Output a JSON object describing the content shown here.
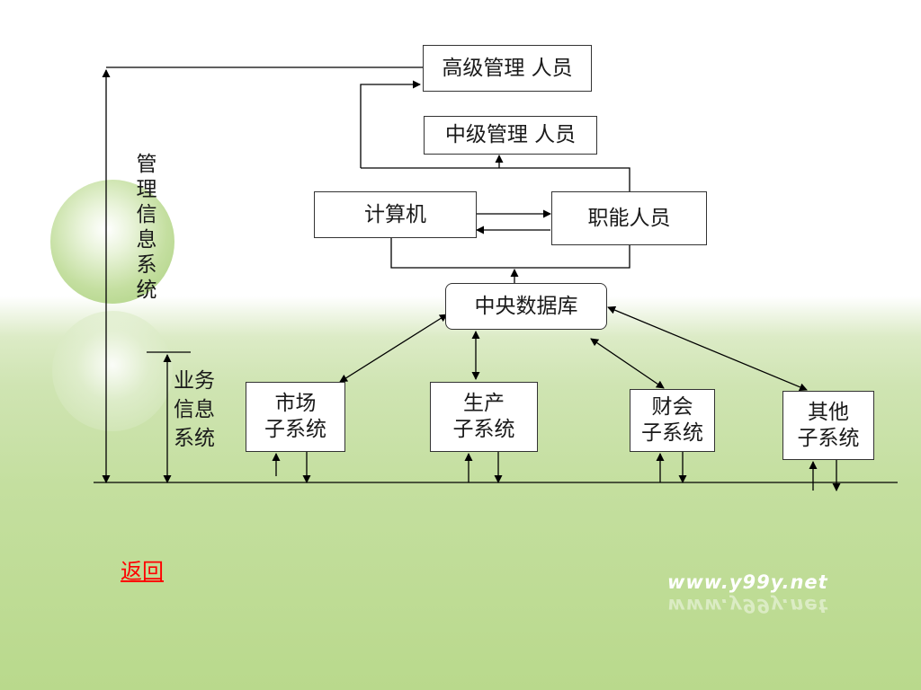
{
  "nodes": {
    "senior_management": "高级管理 人员",
    "middle_management": "中级管理 人员",
    "computer": "计算机",
    "functional_staff": "职能人员",
    "central_database": "中央数据库",
    "market_subsystem": [
      "市场",
      "子系统"
    ],
    "production_subsystem": [
      "生产",
      "子系统"
    ],
    "accounting_subsystem": [
      "财会",
      "子系统"
    ],
    "other_subsystem": [
      "其他",
      "子系统"
    ]
  },
  "labels": {
    "mis": "管理信息系统",
    "bis": [
      "业务",
      "信息",
      "系统"
    ]
  },
  "navigation": {
    "return_link": "返回"
  },
  "watermark": "www.y99y.net",
  "colors": {
    "text": "#1a1a1a",
    "link": "#ff0000",
    "background_green": "#c4df9f"
  }
}
